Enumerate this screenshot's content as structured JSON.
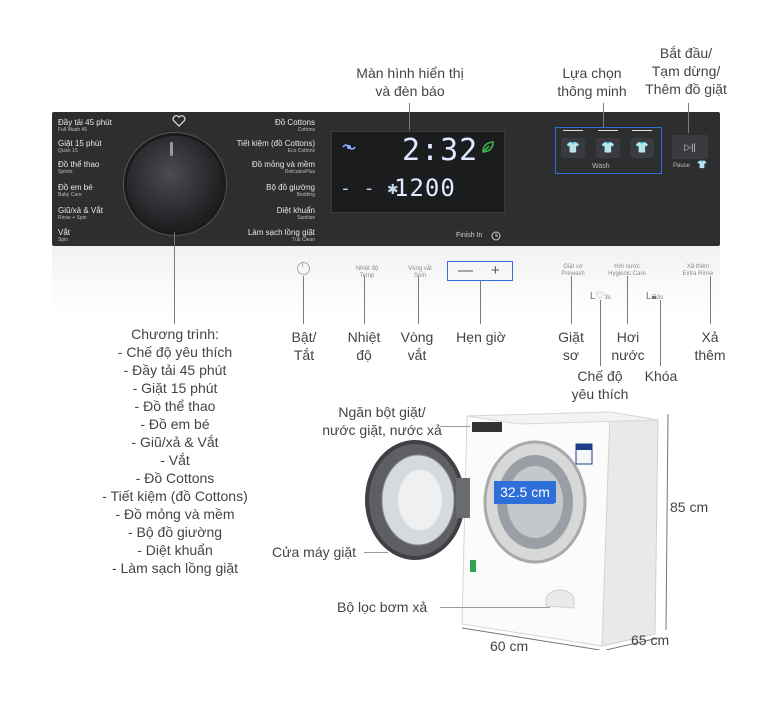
{
  "panel": {
    "programs_left": [
      {
        "label": "Đầy tải 45 phút",
        "sub": "Full Wash 45"
      },
      {
        "label": "Giặt 15 phút",
        "sub": "Quick 15"
      },
      {
        "label": "Đồ thể thao",
        "sub": "Sports"
      },
      {
        "label": "Đồ em bé",
        "sub": "Baby Care"
      },
      {
        "label": "Giũ/xả & Vắt",
        "sub": "Rinse + Spin"
      },
      {
        "label": "Vắt",
        "sub": "Spin"
      }
    ],
    "programs_right": [
      {
        "label": "Đồ Cottons",
        "sub": "Cottons"
      },
      {
        "label": "Tiết kiệm (đồ Cottons)",
        "sub": "Eco Cottons"
      },
      {
        "label": "Đồ mỏng và mềm",
        "sub": "DelicatesPlus"
      },
      {
        "label": "Bộ đồ giường",
        "sub": "Bedding"
      },
      {
        "label": "Diệt khuẩn",
        "sub": "Sanitise"
      },
      {
        "label": "Làm sạch lồng giặt",
        "sub": "Tub Clean"
      }
    ],
    "display_time": "2:32",
    "display_spin": "1200",
    "wash_label": "Wash",
    "pause_label": "Pause",
    "finish_in": "Finish In",
    "buttons": [
      {
        "label": "Nhiệt độ",
        "sub": "Temp"
      },
      {
        "label": "Vòng vắt",
        "sub": "Spin"
      },
      {
        "label": "Giặt sơ",
        "sub": "Prewash"
      },
      {
        "label": "Hơi nước",
        "sub": "Hygienic Care"
      },
      {
        "label": "Xả thêm",
        "sub": "Extra Rinse"
      }
    ],
    "hold_3s": "3s",
    "accent_blue": "#2f6fd8",
    "eco_green": "#3cb44b"
  },
  "callouts": {
    "display": "Màn hình hiển thị\nvà đèn báo",
    "smart": "Lựa chọn\nthông minh",
    "start": "Bắt đầu/\nTạm dừng/\nThêm đồ giặt",
    "power": "Bật/\nTắt",
    "temp": "Nhiệt\nđộ",
    "spin": "Vòng\nvắt",
    "timer": "Hẹn giờ",
    "prewash": "Giặt\nsơ",
    "favorite": "Chế độ\nyêu thích",
    "steam": "Hơi\nnước",
    "lock": "Khóa",
    "rinse": "Xả\nthêm",
    "dispenser": "Ngăn bột giặt/\nnước giặt, nước xả",
    "door": "Cửa máy giặt",
    "filter": "Bộ lọc bơm xả"
  },
  "programs_list": {
    "title": "Chương trình:",
    "items": [
      "- Chế độ yêu thích",
      "- Đầy tải 45 phút",
      "- Giặt 15 phút",
      "- Đồ thể thao",
      "- Đồ em bé",
      "- Giũ/xả & Vắt",
      "- Vắt",
      "- Đồ Cottons",
      "- Tiết kiệm (đồ Cottons)",
      "- Đồ mỏng và mềm",
      "- Bộ đồ giường",
      "- Diệt khuẩn",
      "- Làm sạch lồng giặt"
    ]
  },
  "dimensions": {
    "door_diameter": "32.5 cm",
    "height": "85 cm",
    "width": "60 cm",
    "depth": "65 cm"
  }
}
